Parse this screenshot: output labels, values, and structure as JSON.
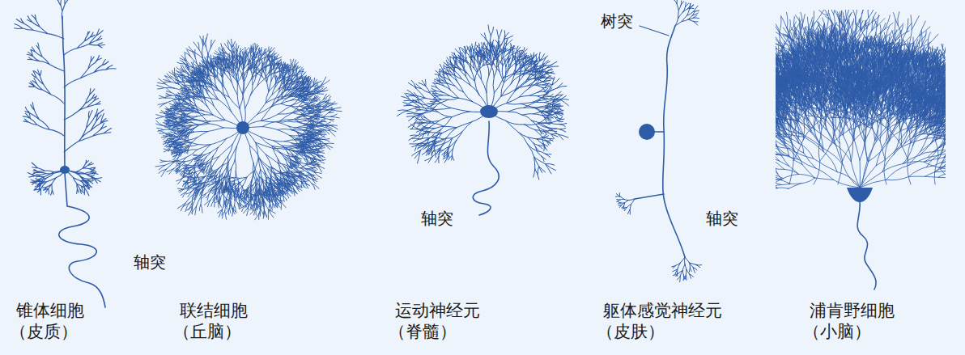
{
  "diagram": {
    "labels": [
      "树突",
      "轴突",
      "轴突",
      "轴突",
      "锥体细胞",
      "（皮质）",
      "联结细胞",
      "（丘脑）",
      "运动神经元",
      "（脊髓）",
      "躯体感觉神经元",
      "（皮肤）",
      "浦肯野细胞",
      "（小脑）"
    ]
  }
}
